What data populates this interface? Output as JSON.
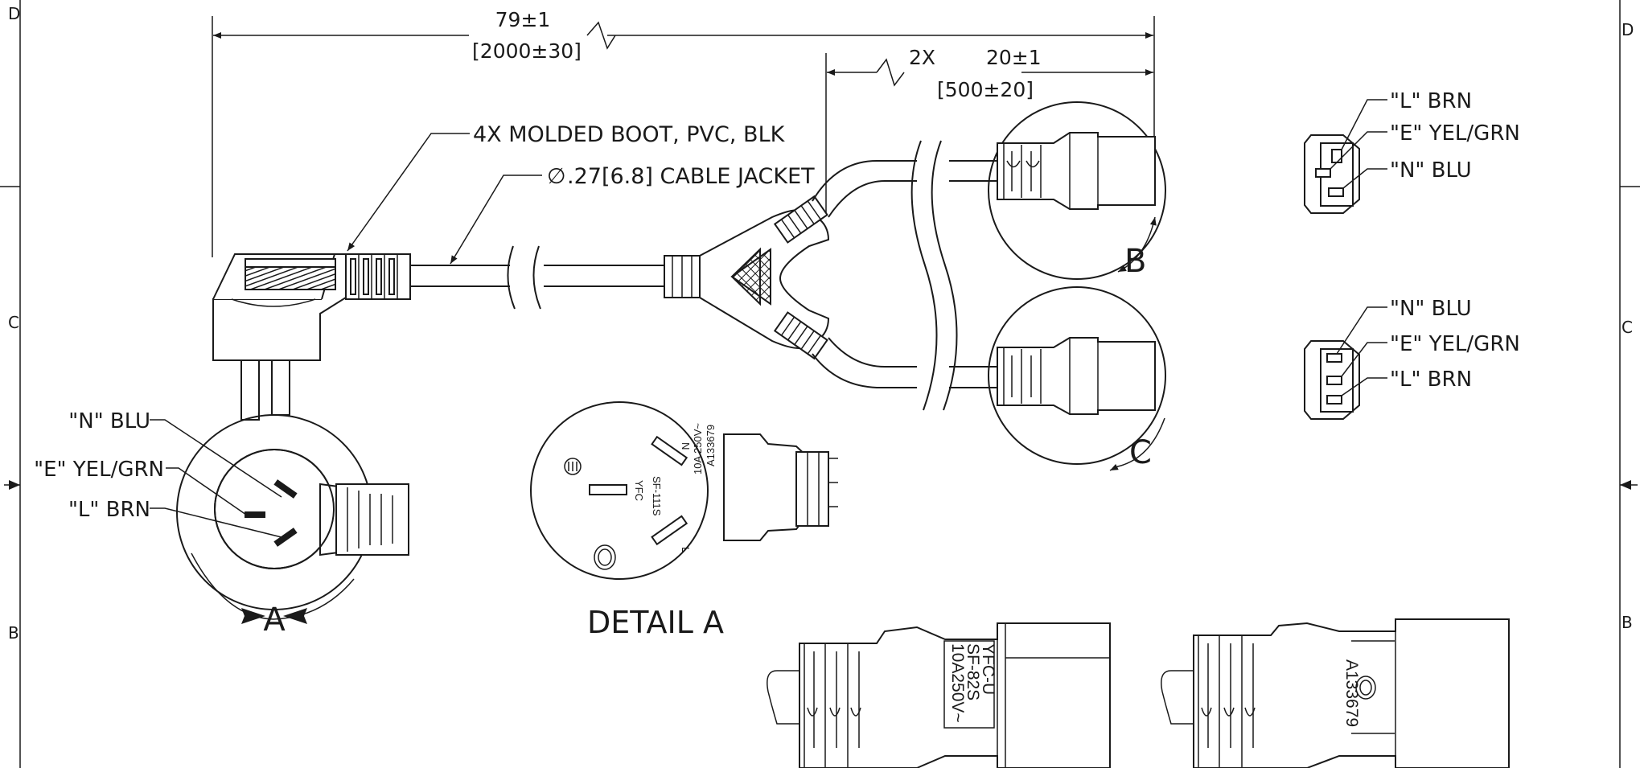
{
  "zones": {
    "left": [
      "D",
      "C",
      "B"
    ],
    "right": [
      "D",
      "C",
      "B"
    ]
  },
  "dimensions": {
    "overall_length": "79±1",
    "overall_length_mm": "[2000±30]",
    "branch_qty": "2X",
    "branch_length": "20±1",
    "branch_length_mm": "[500±20]"
  },
  "callouts": {
    "boot": "4X MOLDED BOOT, PVC, BLK",
    "jacket_symbol": "∅",
    "jacket": ".27[6.8] CABLE JACKET"
  },
  "view_labels": {
    "a": "A",
    "b": "B",
    "c": "C",
    "detail_a": "DETAIL A"
  },
  "wiring_a": {
    "n": "\"N\" BLU",
    "e": "\"E\" YEL/GRN",
    "l": "\"L\" BRN"
  },
  "wiring_b": {
    "l": "\"L\" BRN",
    "e": "\"E\" YEL/GRN",
    "n": "\"N\" BLU"
  },
  "wiring_c": {
    "n": "\"N\" BLU",
    "e": "\"E\" YEL/GRN",
    "l": "\"L\" BRN"
  },
  "detail_a_marks": {
    "brand": "YFC",
    "model": "SF-111S",
    "rating": "10A 250V~",
    "cert": "A133679",
    "pin_n": "N",
    "pin_l": "L"
  },
  "connector_1": {
    "brand": "YFC-U",
    "model": "SF-82S",
    "rating": "10A250V~"
  },
  "connector_2": {
    "cert": "A133679"
  }
}
